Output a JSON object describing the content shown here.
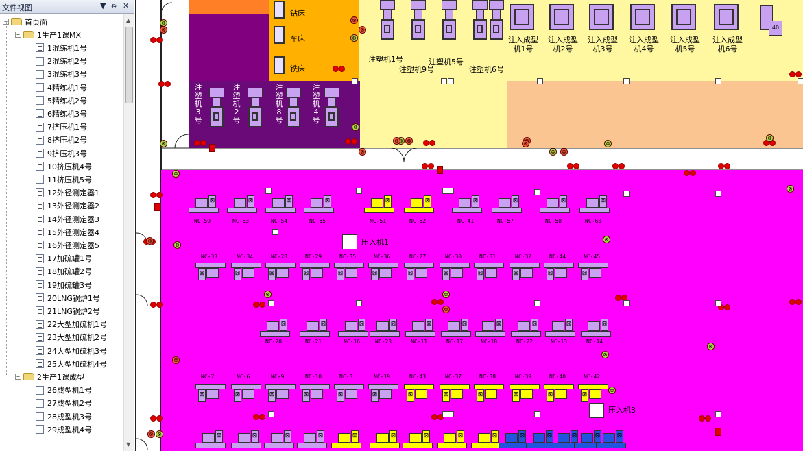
{
  "panel": {
    "title": "文件视图",
    "ctl_menu": "▼",
    "ctl_pin": "ᵰ",
    "ctl_close": "✕",
    "icons": {
      "expand": "minus-box-icon",
      "folder": "folder-icon",
      "doc": "document-icon"
    },
    "tree": [
      {
        "label": "首页面",
        "level": 0,
        "type": "folder"
      },
      {
        "label": "1生产1课MX",
        "level": 1,
        "type": "folder"
      },
      {
        "label": "1混练机1号",
        "level": 2,
        "type": "doc"
      },
      {
        "label": "2混练机2号",
        "level": 2,
        "type": "doc"
      },
      {
        "label": "3混练机3号",
        "level": 2,
        "type": "doc"
      },
      {
        "label": "4精练机1号",
        "level": 2,
        "type": "doc"
      },
      {
        "label": "5精练机2号",
        "level": 2,
        "type": "doc"
      },
      {
        "label": "6精练机3号",
        "level": 2,
        "type": "doc"
      },
      {
        "label": "7挤压机1号",
        "level": 2,
        "type": "doc"
      },
      {
        "label": "8挤压机2号",
        "level": 2,
        "type": "doc"
      },
      {
        "label": "9挤压机3号",
        "level": 2,
        "type": "doc"
      },
      {
        "label": "10挤压机4号",
        "level": 2,
        "type": "doc"
      },
      {
        "label": "11挤压机5号",
        "level": 2,
        "type": "doc"
      },
      {
        "label": "12外径测定器1",
        "level": 2,
        "type": "doc"
      },
      {
        "label": "13外径测定器2",
        "level": 2,
        "type": "doc"
      },
      {
        "label": "14外径测定器3",
        "level": 2,
        "type": "doc"
      },
      {
        "label": "15外径测定器4",
        "level": 2,
        "type": "doc"
      },
      {
        "label": "16外径测定器5",
        "level": 2,
        "type": "doc"
      },
      {
        "label": "17加硫罐1号",
        "level": 2,
        "type": "doc"
      },
      {
        "label": "18加硫罐2号",
        "level": 2,
        "type": "doc"
      },
      {
        "label": "19加硫罐3号",
        "level": 2,
        "type": "doc"
      },
      {
        "label": "20LNG锅炉1号",
        "level": 2,
        "type": "doc"
      },
      {
        "label": "21LNG锅炉2号",
        "level": 2,
        "type": "doc"
      },
      {
        "label": "22大型加硫机1号",
        "level": 2,
        "type": "doc"
      },
      {
        "label": "23大型加硫机2号",
        "level": 2,
        "type": "doc"
      },
      {
        "label": "24大型加硫机3号",
        "level": 2,
        "type": "doc"
      },
      {
        "label": "25大型加硫机4号",
        "level": 2,
        "type": "doc"
      },
      {
        "label": "2生产1课成型",
        "level": 1,
        "type": "folder"
      },
      {
        "label": "26成型机1号",
        "level": 2,
        "type": "doc"
      },
      {
        "label": "27成型机2号",
        "level": 2,
        "type": "doc"
      },
      {
        "label": "28成型机3号",
        "level": 2,
        "type": "doc"
      },
      {
        "label": "29成型机4号",
        "level": 2,
        "type": "doc"
      }
    ]
  },
  "plan": {
    "colors": {
      "purple_zone": "#800080",
      "orange_zone": "#ffb000",
      "yellow_zone": "#fff8a0",
      "peach_zone": "#fbc592",
      "magenta_floor": "#ff00ff",
      "machine_violet": "#c8a2f0",
      "machine_yellow": "#ffff00",
      "machine_blue": "#2255dd",
      "status_red": "#e00000",
      "status_green": "#a7e04b"
    },
    "tools": [
      {
        "label": "钻床",
        "icon": "drill-icon"
      },
      {
        "label": "车床",
        "icon": "lathe-icon"
      },
      {
        "label": "铣床",
        "icon": "milling-icon"
      }
    ],
    "injection_top": [
      {
        "label": "注塑机1号"
      },
      {
        "label": "注塑机9号"
      },
      {
        "label": "注塑机5号"
      },
      {
        "label": "注塑机6号"
      }
    ],
    "injection_purple": [
      {
        "label": "注塑机3号"
      },
      {
        "label": "注塑机2号"
      },
      {
        "label": "注塑机8号"
      },
      {
        "label": "注塑机4号"
      }
    ],
    "forming": [
      {
        "label": "注入成型机1号"
      },
      {
        "label": "注入成型机2号"
      },
      {
        "label": "注入成型机3号"
      },
      {
        "label": "注入成型机4号"
      },
      {
        "label": "注入成型机5号"
      },
      {
        "label": "注入成型机6号"
      }
    ],
    "forming_top_right": {
      "value": "40"
    },
    "press1": "压入机1",
    "press3": "压入机3",
    "rows": [
      {
        "labels_above": false,
        "flip": false,
        "items": [
          {
            "id": "NC-59",
            "c": "v"
          },
          {
            "id": "NC-53",
            "c": "v"
          },
          {
            "id": "NC-54",
            "c": "v"
          },
          {
            "id": "NC-55",
            "c": "v"
          },
          {
            "id": "NC-51",
            "c": "y"
          },
          {
            "id": "NC-52",
            "c": "y"
          },
          {
            "id": "NC-41",
            "c": "v"
          },
          {
            "id": "NC-57",
            "c": "v"
          },
          {
            "id": "NC-58",
            "c": "v"
          },
          {
            "id": "NC-60",
            "c": "v"
          }
        ]
      },
      {
        "labels_above": true,
        "flip": true,
        "items": [
          {
            "id": "NC-33",
            "c": "v"
          },
          {
            "id": "NC-34",
            "c": "v"
          },
          {
            "id": "NC-28",
            "c": "v"
          },
          {
            "id": "NC-29",
            "c": "v"
          },
          {
            "id": "NC-35",
            "c": "v"
          },
          {
            "id": "NC-36",
            "c": "v"
          },
          {
            "id": "NC-27",
            "c": "v"
          },
          {
            "id": "NC-30",
            "c": "v"
          },
          {
            "id": "NC-31",
            "c": "v"
          },
          {
            "id": "NC-32",
            "c": "v"
          },
          {
            "id": "NC-44",
            "c": "v"
          },
          {
            "id": "NC-45",
            "c": "v"
          }
        ]
      },
      {
        "labels_above": false,
        "flip": false,
        "items": [
          {
            "id": "NC-20",
            "c": "v"
          },
          {
            "id": "NC-21",
            "c": "v"
          },
          {
            "id": "NC-16",
            "c": "v"
          },
          {
            "id": "NC-23",
            "c": "v"
          },
          {
            "id": "NC-11",
            "c": "v"
          },
          {
            "id": "NC-17",
            "c": "v"
          },
          {
            "id": "NC-18",
            "c": "v"
          },
          {
            "id": "NC-22",
            "c": "v"
          },
          {
            "id": "NC-13",
            "c": "v"
          },
          {
            "id": "NC-14",
            "c": "v"
          }
        ]
      },
      {
        "labels_above": true,
        "flip": true,
        "items": [
          {
            "id": "NC-7",
            "c": "v"
          },
          {
            "id": "NC-6",
            "c": "v"
          },
          {
            "id": "NC-9",
            "c": "v"
          },
          {
            "id": "NC-10",
            "c": "v"
          },
          {
            "id": "NC-3",
            "c": "v"
          },
          {
            "id": "NC-19",
            "c": "v"
          },
          {
            "id": "NC-43",
            "c": "y"
          },
          {
            "id": "NC-37",
            "c": "y"
          },
          {
            "id": "NC-38",
            "c": "y"
          },
          {
            "id": "NC-39",
            "c": "y"
          },
          {
            "id": "NC-40",
            "c": "y"
          },
          {
            "id": "NC-42",
            "c": "y"
          }
        ]
      },
      {
        "labels_above": false,
        "flip": false,
        "items": [
          {
            "id": "",
            "c": "v"
          },
          {
            "id": "",
            "c": "v"
          },
          {
            "id": "",
            "c": "v"
          },
          {
            "id": "",
            "c": "v"
          },
          {
            "id": "",
            "c": "y"
          },
          {
            "id": "",
            "c": "y"
          },
          {
            "id": "",
            "c": "y"
          },
          {
            "id": "",
            "c": "y"
          },
          {
            "id": "",
            "c": "y"
          },
          {
            "id": "",
            "c": "b"
          },
          {
            "id": "",
            "c": "b"
          },
          {
            "id": "",
            "c": "b"
          },
          {
            "id": "",
            "c": "b"
          },
          {
            "id": "",
            "c": "b"
          }
        ]
      }
    ]
  }
}
